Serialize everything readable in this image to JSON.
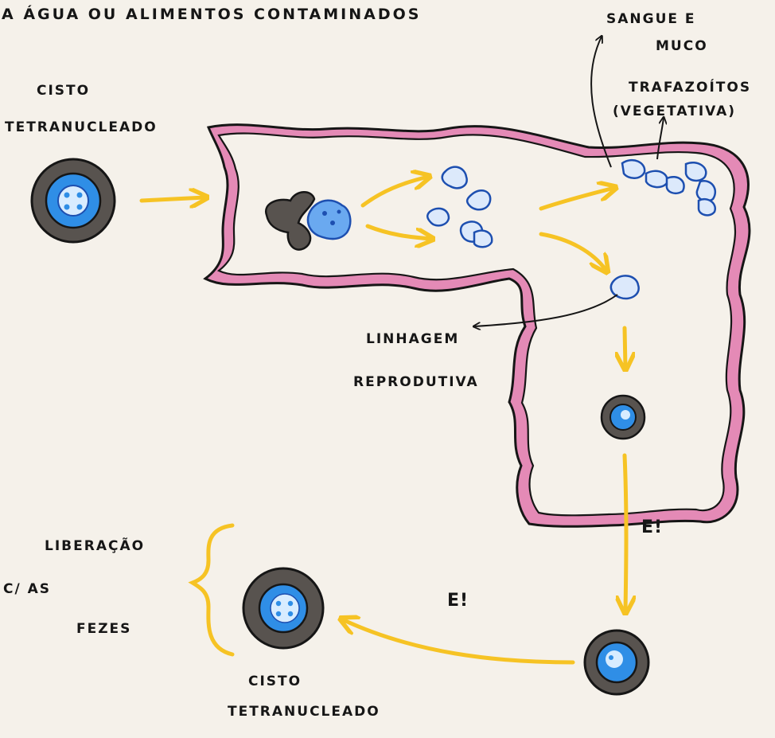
{
  "header_text": "A ÁGUA  OU  ALIMENTOS  CONTAMINADOS",
  "labels": {
    "cyst_input": [
      "CISTO",
      "TETRANUCLEADO"
    ],
    "blood_mucus": [
      "SANGUE E",
      "MUCO"
    ],
    "trophozoites": [
      "TRAFAZOÍTOS",
      "(VEGETATIVA)"
    ],
    "reproductive_line": [
      "LINHAGEM",
      "REPRODUTIVA"
    ],
    "excretion_1": "E!",
    "excretion_2": "E!",
    "release": [
      "LIBERAÇÃO",
      "C/ AS",
      "FEZES"
    ],
    "cyst_output": [
      "CISTO",
      "TETRANUCLEADO"
    ]
  },
  "colors": {
    "background": "#f5f1ea",
    "intestine_wall": "#e48ab6",
    "arrow": "#f6c324",
    "cyst_outer": "#58534f",
    "cyst_inner": "#2f8ee6",
    "trophozoite_outline": "#1d4fb0",
    "ink": "#161616"
  }
}
